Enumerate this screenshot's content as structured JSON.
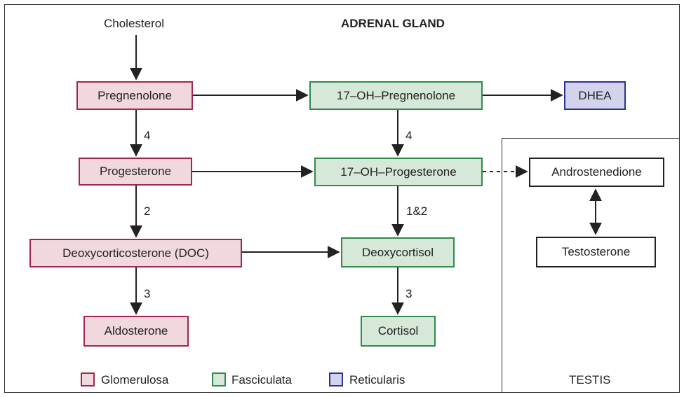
{
  "title": "ADRENAL GLAND",
  "source": "Cholesterol",
  "nodes": {
    "pregnenolone": "Pregnenolone",
    "progesterone": "Progesterone",
    "doc": "Deoxycorticosterone (DOC)",
    "aldosterone": "Aldosterone",
    "oh_pregnenolone": "17–OH–Pregnenolone",
    "oh_progesterone": "17–OH–Progesterone",
    "deoxycortisol": "Deoxycortisol",
    "cortisol": "Cortisol",
    "dhea": "DHEA",
    "androstenedione": "Androstenedione",
    "testosterone": "Testosterone"
  },
  "enzyme_labels": {
    "preg_to_prog": "4",
    "prog_to_doc": "2",
    "doc_to_aldo": "3",
    "ohpreg_to_ohprog": "4",
    "ohprog_to_deoxycortisol": "1&2",
    "deoxycortisol_to_cortisol": "3"
  },
  "legend": [
    {
      "label": "Glomerulosa",
      "fill": "#f0d8dc",
      "border": "#a3264e"
    },
    {
      "label": "Fasciculata",
      "fill": "#d6e8d8",
      "border": "#2e8b4a"
    },
    {
      "label": "Reticularis",
      "fill": "#d2d4ee",
      "border": "#2f3190"
    }
  ],
  "testis_label": "TESTIS",
  "colors": {
    "glomerulosa_border": "#a3264e",
    "fasciculata_border": "#2e8b4a",
    "reticularis_border": "#2f3190"
  }
}
